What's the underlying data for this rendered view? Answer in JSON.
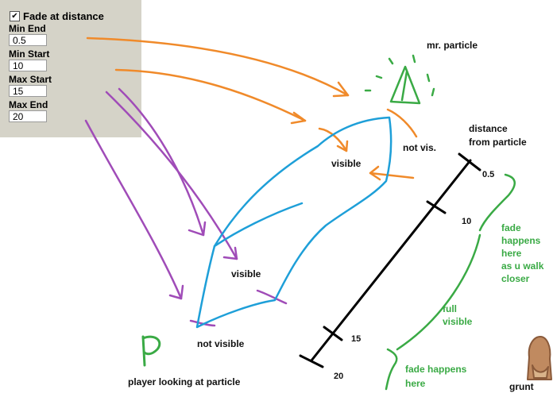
{
  "panel": {
    "fade_checkbox_checked": true,
    "fade_label": "Fade at distance",
    "check_glyph": "✔",
    "fields": [
      {
        "label": "Min End",
        "value": "0.5"
      },
      {
        "label": "Min Start",
        "value": "10"
      },
      {
        "label": "Max Start",
        "value": "15"
      },
      {
        "label": "Max End",
        "value": "20"
      }
    ]
  },
  "labels": {
    "particle": "mr. particle",
    "not_vis": "not vis.",
    "distance_line1": "distance",
    "distance_line2": "from particle",
    "visible_top": "visible",
    "visible_bottom": "visible",
    "not_visible": "not visible",
    "player_glyph": "P",
    "player_caption": "player  looking at particle",
    "grunt": "grunt"
  },
  "ruler_ticks": [
    "0.5",
    "10",
    "15",
    "20"
  ],
  "green_notes": {
    "fade_near": [
      "fade",
      "happens",
      "here",
      "as u walk",
      "closer"
    ],
    "full_visible": [
      "full",
      "visible"
    ],
    "fade_far": [
      "fade happens",
      "here"
    ]
  },
  "colors": {
    "panel_bg": "#d5d3c8",
    "orange_arrow": "#f08a2a",
    "purple_arrow": "#a04cb8",
    "blue_region": "#1e9fd8",
    "green_annot": "#3aaa45",
    "ruler": "#000000",
    "grunt": "#c08a60"
  }
}
